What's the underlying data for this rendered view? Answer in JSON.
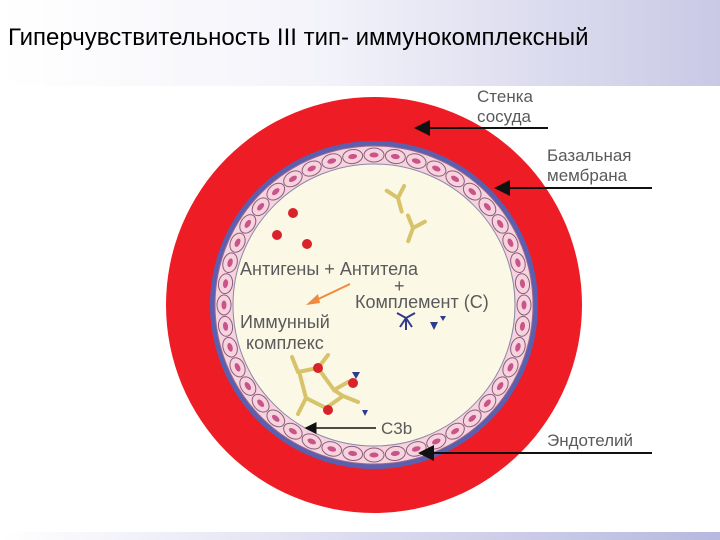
{
  "title": "Гиперчувствительность III тип- иммунокомплексный",
  "labels": {
    "vessel_wall": [
      "Стенка",
      "сосуда"
    ],
    "basal_membrane": [
      "Базальная",
      "мембрана"
    ],
    "endothelium": "Эндотелий",
    "antigens_antibodies": "Антигены + Антитела",
    "plus": "+",
    "complement": "Комплемент (С)",
    "immune_complex": [
      "Иммунный",
      "комплекс"
    ],
    "c3b": "C3b"
  },
  "colors": {
    "vessel_wall": "#ee1c24",
    "basal_membrane": "#5b5fb0",
    "endothelium_cell": "#f6d3dd",
    "nucleus": "#c8548a",
    "lumen": "#fbf8e6",
    "antibody": "#d7c36a",
    "antigen": "#d9232a",
    "label_text": "#5a5a5a"
  }
}
